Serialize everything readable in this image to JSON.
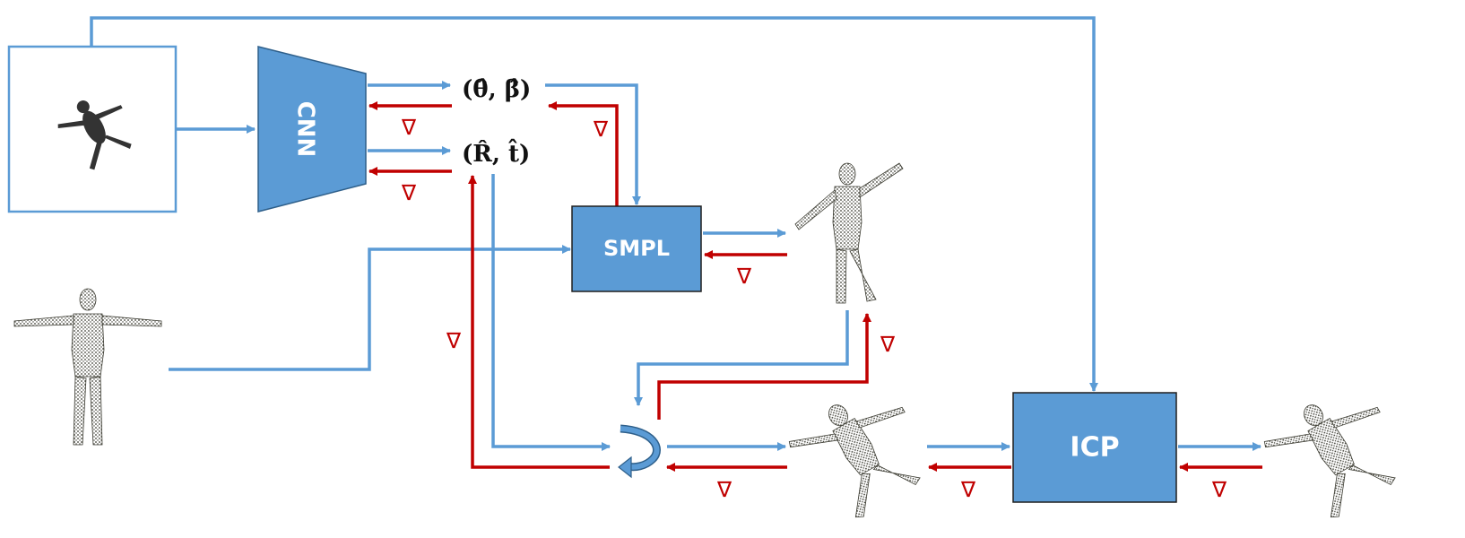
{
  "blocks": {
    "cnn": "CNN",
    "smpl": "SMPL",
    "icp": "ICP"
  },
  "params": {
    "shape_pose": "(θ̂, β̂)",
    "rot_trans": "(R̂, t̂)"
  },
  "gradient_symbol": "∇",
  "colors": {
    "block_fill": "#5b9bd5",
    "forward_arrow": "#5b9bd5",
    "backward_arrow": "#c00000",
    "silhouette": "#333333",
    "mesh": "#3a3a30"
  },
  "icons": {
    "input": "human-silhouette-image",
    "template": "template-mesh-t-pose",
    "rotate": "rotation-icon"
  }
}
